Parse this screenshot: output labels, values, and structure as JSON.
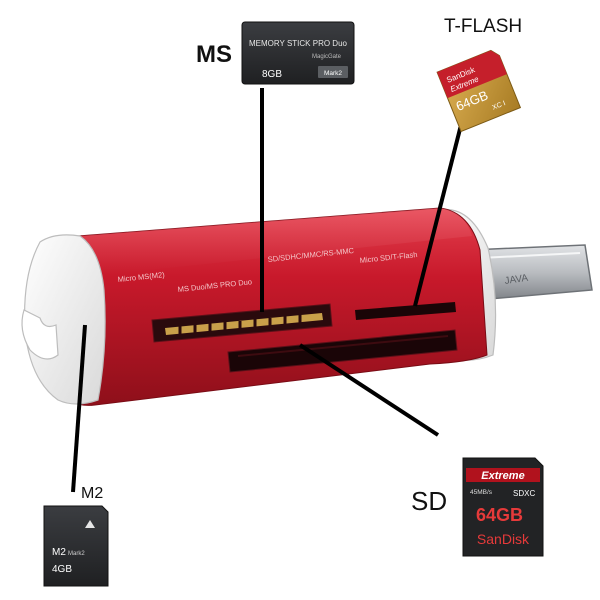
{
  "labels": {
    "ms": "MS",
    "tflash": "T-FLASH",
    "sd": "SD",
    "m2": "M2"
  },
  "cards": {
    "ms_duo": {
      "title": "MEMORY STICK PRO Duo",
      "subtitle": "MagicGate",
      "capacity": "8GB",
      "tag": "Mark2"
    },
    "microsd": {
      "brand": "SanDisk",
      "line": "Extreme",
      "capacity": "64GB",
      "class": "XC I"
    },
    "sd": {
      "line": "Extreme",
      "speed": "45MB/s",
      "capacity": "64GB",
      "format": "SDXC",
      "brand": "SanDisk"
    },
    "m2": {
      "model": "M2",
      "sub": "Mark2",
      "capacity": "4GB"
    }
  },
  "reader": {
    "slot_labels": {
      "m2_slot": "Micro MS(M2)",
      "msduo_slot": "MS Duo/MS PRO Duo",
      "sd_slot": "SD/SDHC/MMC/RS-MMC",
      "tf_slot": "Micro SD/T-Flash"
    },
    "usb_text": "JAVA"
  },
  "colors": {
    "body_red": "#c8192b",
    "body_dark": "#8e0f1a",
    "cap_white": "#f1f1f1",
    "usb_silver": "#b9bcc0",
    "label_line": "#000000",
    "microsd_gold": "#c79a3a",
    "microsd_red": "#c51f2b",
    "ms_card": "#2e3033",
    "sd_red": "#b1121d"
  }
}
